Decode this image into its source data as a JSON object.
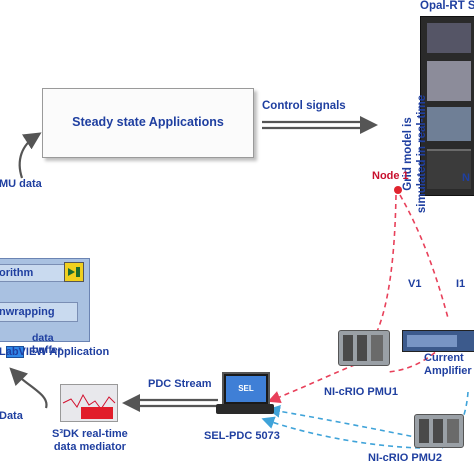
{
  "top_right_label": "Opal-RT S",
  "steady_box_label": "Steady state Applications",
  "control_signals": "Control signals",
  "pmu_data_label": "MU data",
  "rotated_text_line1": "Grid model is",
  "rotated_text_line2": "simulated in real-time",
  "node1": "Node 1",
  "node_n": "N",
  "labview": {
    "algorithm": "orithm",
    "unwrapping": "nwrapping",
    "data_buffer_line1": "data",
    "data_buffer_line2": "buffer",
    "app_label": "LabVIEW Application"
  },
  "v1": "V1",
  "i1": "I1",
  "pmu1": "NI-cRIO PMU1",
  "pmu2": "NI-cRIO PMU2",
  "amp_line1": "Current",
  "amp_line2": "Amplifier",
  "pdc_stream": "PDC Stream",
  "sel_pdc": "SEL-PDC 5073",
  "s3dk_line1": "S³DK real-time",
  "s3dk_line2": "data mediator",
  "data_left": "Data",
  "sel_screen_text": "SEL",
  "colors": {
    "blue_text": "#1f3fa0",
    "red_dashed": "#e8405a",
    "blue_dashed": "#3fa3d9",
    "arrow": "#555555"
  }
}
